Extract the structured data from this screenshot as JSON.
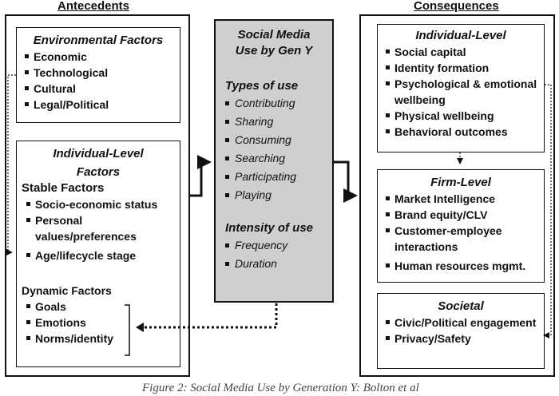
{
  "headers": {
    "left": "Antecedents",
    "right": "Consequences"
  },
  "environmental": {
    "title": "Environmental Factors",
    "items": [
      "Economic",
      "Technological",
      "Cultural",
      "Legal/Political"
    ]
  },
  "individual_antecedents": {
    "title_line1": "Individual-Level",
    "title_line2": "Factors",
    "stable_label": "Stable Factors",
    "stable_items": [
      "Socio-economic status",
      "Personal values/preferences",
      "Age/lifecycle stage"
    ],
    "dynamic_label": "Dynamic Factors",
    "dynamic_items": [
      "Goals",
      "Emotions",
      "Norms/identity"
    ]
  },
  "center": {
    "title_line1": "Social Media",
    "title_line2": "Use by Gen Y",
    "types_label": "Types of use",
    "types_items": [
      "Contributing",
      "Sharing",
      "Consuming",
      "Searching",
      "Participating",
      "Playing"
    ],
    "intensity_label": "Intensity of use",
    "intensity_items": [
      "Frequency",
      "Duration"
    ]
  },
  "individual_consequences": {
    "title": "Individual-Level",
    "items": [
      "Social capital",
      "Identity formation",
      "Psychological & emotional wellbeing",
      "Physical wellbeing",
      "Behavioral outcomes"
    ]
  },
  "firm": {
    "title": "Firm-Level",
    "items": [
      "Market Intelligence",
      "Brand equity/CLV",
      "Customer-employee interactions",
      "Human resources mgmt."
    ]
  },
  "societal": {
    "title": "Societal",
    "items": [
      "Civic/Political engagement",
      "Privacy/Safety"
    ]
  },
  "caption": "Figure 2: Social Media Use by Generation Y: Bolton et al"
}
